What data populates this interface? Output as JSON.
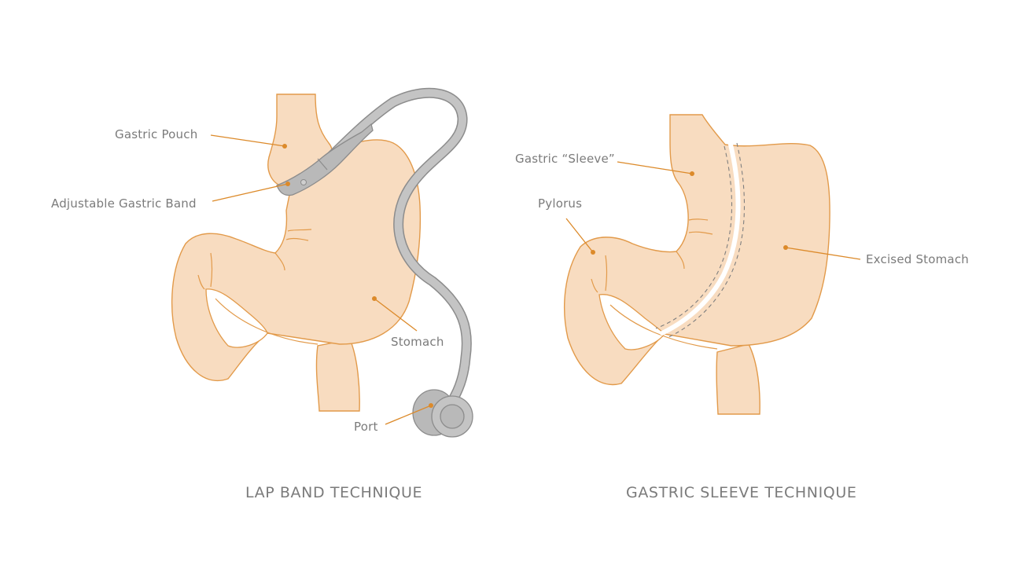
{
  "colors": {
    "tissue_fill": "#f8dcc0",
    "outline": "#e29a4a",
    "leader": "#dc8a2a",
    "band_fill": "#b9b9b9",
    "band_stroke": "#8c8c8c",
    "label_text": "#7b7b7b",
    "dashed_line": "#7f7f7f"
  },
  "lap_band": {
    "caption": "LAP BAND TECHNIQUE",
    "labels": {
      "gastric_pouch": "Gastric Pouch",
      "adjustable_band": "Adjustable Gastric Band",
      "stomach": "Stomach",
      "port": "Port"
    }
  },
  "gastric_sleeve": {
    "caption": "GASTRIC SLEEVE TECHNIQUE",
    "labels": {
      "sleeve": "Gastric “Sleeve”",
      "pylorus": "Pylorus",
      "excised": "Excised Stomach"
    }
  }
}
